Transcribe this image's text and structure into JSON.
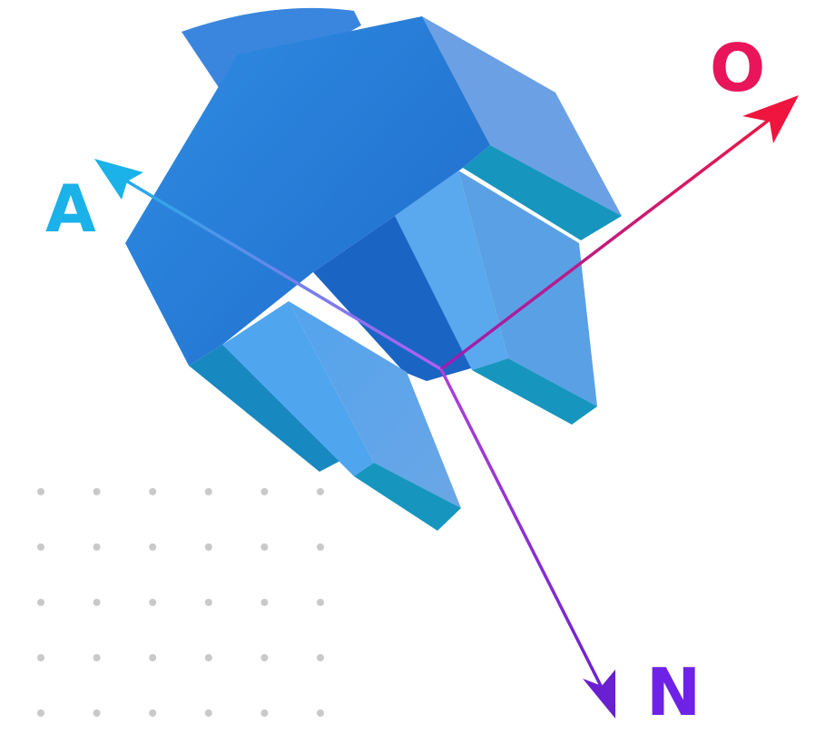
{
  "diagram": {
    "axes": [
      {
        "id": "a",
        "label": "A",
        "color": "#1AB2E8"
      },
      {
        "id": "o",
        "label": "O",
        "color": "#E8155A"
      },
      {
        "id": "n",
        "label": "N",
        "color": "#6E22E6"
      }
    ],
    "gripper": {
      "colors": {
        "front_face": "#2A7BD6",
        "top_face": "#6BA0E4",
        "side_face": "#3F8FE0",
        "edge_face": "#1696BE",
        "finger_light": "#5AA6EE",
        "finger_dark": "#1F6FCC"
      }
    },
    "dot_grid": {
      "rows": 5,
      "cols": 6,
      "color": "#C9C9C9"
    }
  }
}
